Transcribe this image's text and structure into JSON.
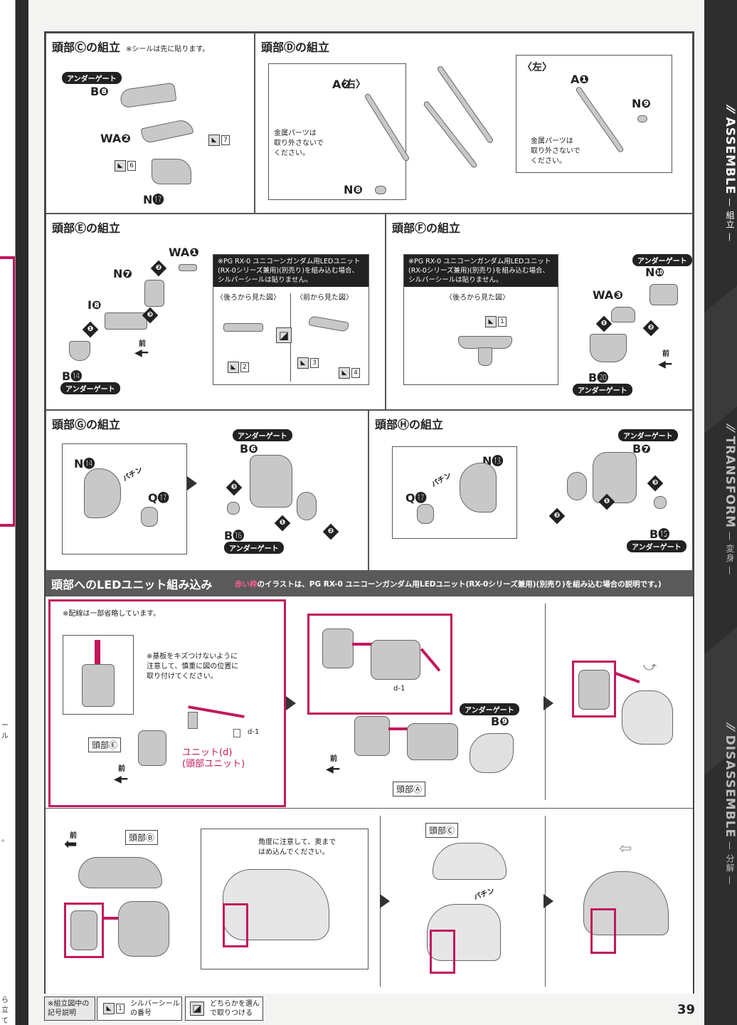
{
  "prev_page": {
    "snippets": [
      "ール",
      "。",
      "ら",
      "立てる"
    ]
  },
  "sidebar": {
    "assemble": {
      "label": "ASSEMBLE",
      "sub": "組立"
    },
    "transform": {
      "label": "TRANSFORM",
      "sub": "変身"
    },
    "disassemble": {
      "label": "DISASSEMBLE",
      "sub": "分解"
    }
  },
  "panels": {
    "c": {
      "title": "頭部Ⓒの組立",
      "note": "※シールは先に貼ります。",
      "gate": "アンダーゲート",
      "parts": [
        "B❽",
        "WA❷",
        "N⓱"
      ],
      "seals": [
        "7",
        "6"
      ]
    },
    "d": {
      "title": "頭部Ⓓの組立",
      "right": "〈右〉",
      "left": "〈左〉",
      "parts": [
        "A❷",
        "N❽",
        "A❶",
        "N❾"
      ],
      "warn": [
        "金属パーツは",
        "取り外さないで",
        "ください。"
      ]
    },
    "e": {
      "title": "頭部Ⓔの組立",
      "parts": [
        "WA❶",
        "N❼",
        "I❽",
        "B⓮"
      ],
      "gate": "アンダーゲート",
      "front": "前",
      "note": [
        "※PG RX-0 ユニコーンガンダム用LEDユニット",
        "(RX-0シリーズ兼用)(別売り)を組み込む場合、",
        "シルバーシールは貼りません。"
      ],
      "back_view": "〈後ろから見た図〉",
      "front_view": "〈前から見た図〉",
      "seals": [
        "2",
        "3",
        "4"
      ],
      "steps": [
        "❶",
        "❷",
        "❸"
      ]
    },
    "f": {
      "title": "頭部Ⓕの組立",
      "parts": [
        "N❿",
        "WA❸",
        "B⓴"
      ],
      "gate": "アンダーゲート",
      "front": "前",
      "note": [
        "※PG RX-0 ユニコーンガンダム用LEDユニット",
        "(RX-0シリーズ兼用)(別売り)を組み込む場合、",
        "シルバーシールは貼りません。"
      ],
      "back_view": "〈後ろから見た図〉",
      "seals": [
        "1"
      ],
      "steps": [
        "❶",
        "❷"
      ]
    },
    "g": {
      "title": "頭部Ⓖの組立",
      "parts": [
        "N⓮",
        "Q⓱",
        "B❻",
        "B⓰"
      ],
      "gate": "アンダーゲート",
      "snap": "パチン",
      "steps": [
        "❶",
        "❷",
        "❸"
      ]
    },
    "h": {
      "title": "頭部Ⓗの組立",
      "parts": [
        "N⓭",
        "Q⓱",
        "B❼",
        "B⓯"
      ],
      "gate": "アンダーゲート",
      "snap": "パチン",
      "steps": [
        "❶",
        "❷",
        "❸"
      ]
    }
  },
  "led": {
    "title": "頭部へのLEDユニット組み込み",
    "desc_highlight": "赤い枠",
    "desc_rest": "のイラストは、PG RX-0 ユニコーンガンダム用LEDユニット(RX-0シリーズ兼用)(別売り)を組み込む場合の説明です。)",
    "wiring_note": "※配線は一部省略しています。",
    "board_note": [
      "※基板をキズつけないように",
      "注意して、慎重に図の位置に",
      "取り付けてください。"
    ],
    "head_e": "頭部Ⓔ",
    "unit": [
      "ユニット(d)",
      "(頭部ユニット)"
    ],
    "d1": "d-1",
    "front": "前",
    "head_a": "頭部Ⓐ",
    "gate": "アンダーゲート",
    "b9": "B❾",
    "head_b": "頭部Ⓑ",
    "angle_note": [
      "角度に注意して、奥まで",
      "はめ込んでください。"
    ],
    "head_c": "頭部Ⓒ",
    "snap": "パチン"
  },
  "footer": {
    "legend_title": [
      "※組立図中の",
      "記号説明"
    ],
    "seal_desc": [
      "シルバーシール",
      "の番号"
    ],
    "choice_desc": [
      "どちらかを選ん",
      "で取りつける"
    ],
    "seal_sample": "1",
    "page": "39"
  }
}
